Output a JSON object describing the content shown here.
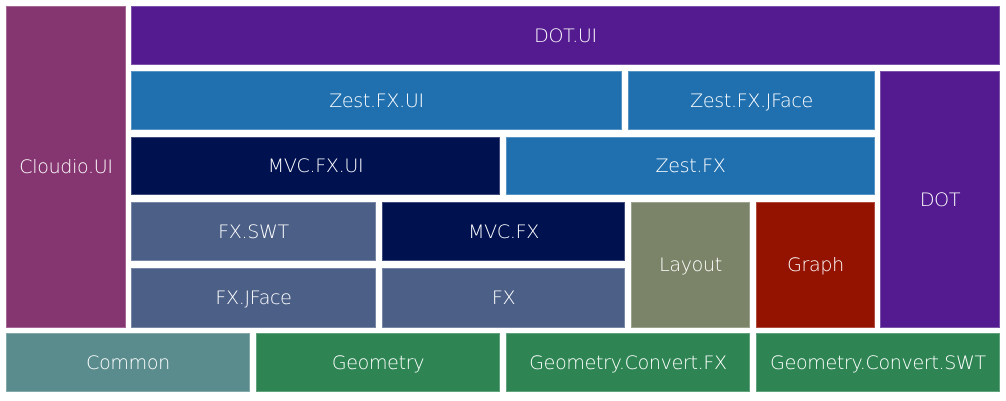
{
  "blocks": {
    "cloudio_ui": {
      "label": "Cloudio.UI",
      "color": "#853670"
    },
    "dot_ui": {
      "label": "DOT.UI",
      "color": "#531B8F"
    },
    "zest_fx_ui": {
      "label": "Zest.FX.UI",
      "color": "#2070B0"
    },
    "zest_fx_jface": {
      "label": "Zest.FX.JFace",
      "color": "#2070B0"
    },
    "dot": {
      "label": "DOT",
      "color": "#531B8F"
    },
    "mvc_fx_ui": {
      "label": "MVC.FX.UI",
      "color": "#001150"
    },
    "zest_fx": {
      "label": "Zest.FX",
      "color": "#2070B0"
    },
    "fx_swt": {
      "label": "FX.SWT",
      "color": "#4B5F87"
    },
    "mvc_fx": {
      "label": "MVC.FX",
      "color": "#001150"
    },
    "layout": {
      "label": "Layout",
      "color": "#7B8468"
    },
    "graph": {
      "label": "Graph",
      "color": "#931200"
    },
    "fx_jface": {
      "label": "FX.JFace",
      "color": "#4B5F87"
    },
    "fx": {
      "label": "FX",
      "color": "#4B5F87"
    },
    "common": {
      "label": "Common",
      "color": "#5A8C8E"
    },
    "geometry": {
      "label": "Geometry",
      "color": "#2E8553"
    },
    "geometry_convert_fx": {
      "label": "Geometry.Convert.FX",
      "color": "#2E8553"
    },
    "geometry_convert_swt": {
      "label": "Geometry.Convert.SWT",
      "color": "#2E8553"
    }
  }
}
